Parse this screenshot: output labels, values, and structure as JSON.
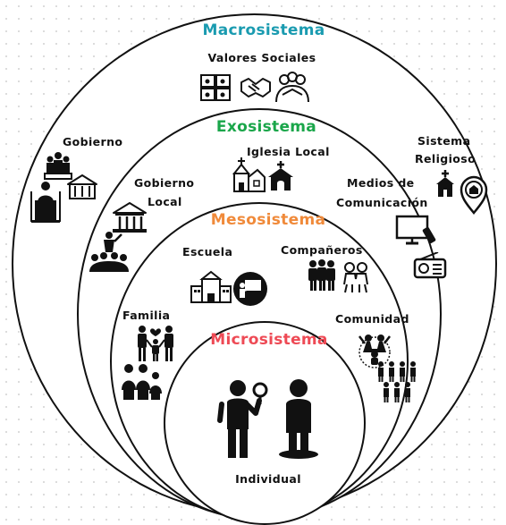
{
  "systems": {
    "macro": {
      "title": "Macrosistema",
      "color": "#1a9bb0"
    },
    "exo": {
      "title": "Exosistema",
      "color": "#1aa64a"
    },
    "meso": {
      "title": "Mesosistema",
      "color": "#f08a3a"
    },
    "micro": {
      "title": "Microsistema",
      "color": "#ee4a55"
    }
  },
  "labels": {
    "valores_sociales": "Valores Sociales",
    "gobierno": "Gobierno",
    "gobierno_local_line1": "Gobierno",
    "gobierno_local_line2": "Local",
    "iglesia_local": "Iglesia Local",
    "medios_line1": "Medios de",
    "medios_line2": "Comunicación",
    "sistema_religioso_line1": "Sistema",
    "sistema_religioso_line2": "Religioso",
    "escuela": "Escuela",
    "companeros": "Compañeros",
    "familia": "Familia",
    "comunidad": "Comunidad",
    "individual": "Individual"
  },
  "icons": [
    "puzzle-team-icon",
    "handshake-icon",
    "group-hug-icon",
    "government-officials-icon",
    "podium-speaker-icon",
    "government-building-icon",
    "city-hall-icon",
    "crowd-speaker-icon",
    "church-large-icon",
    "church-small-icon",
    "television-icon",
    "radio-icon",
    "church-location-icon",
    "school-building-icon",
    "teacher-board-icon",
    "friends-group-icon",
    "friends-hug-icon",
    "family-icon",
    "family-group-icon",
    "community-circle-icon",
    "community-crowd-icon",
    "person-thinking-icon",
    "person-standing-icon"
  ]
}
